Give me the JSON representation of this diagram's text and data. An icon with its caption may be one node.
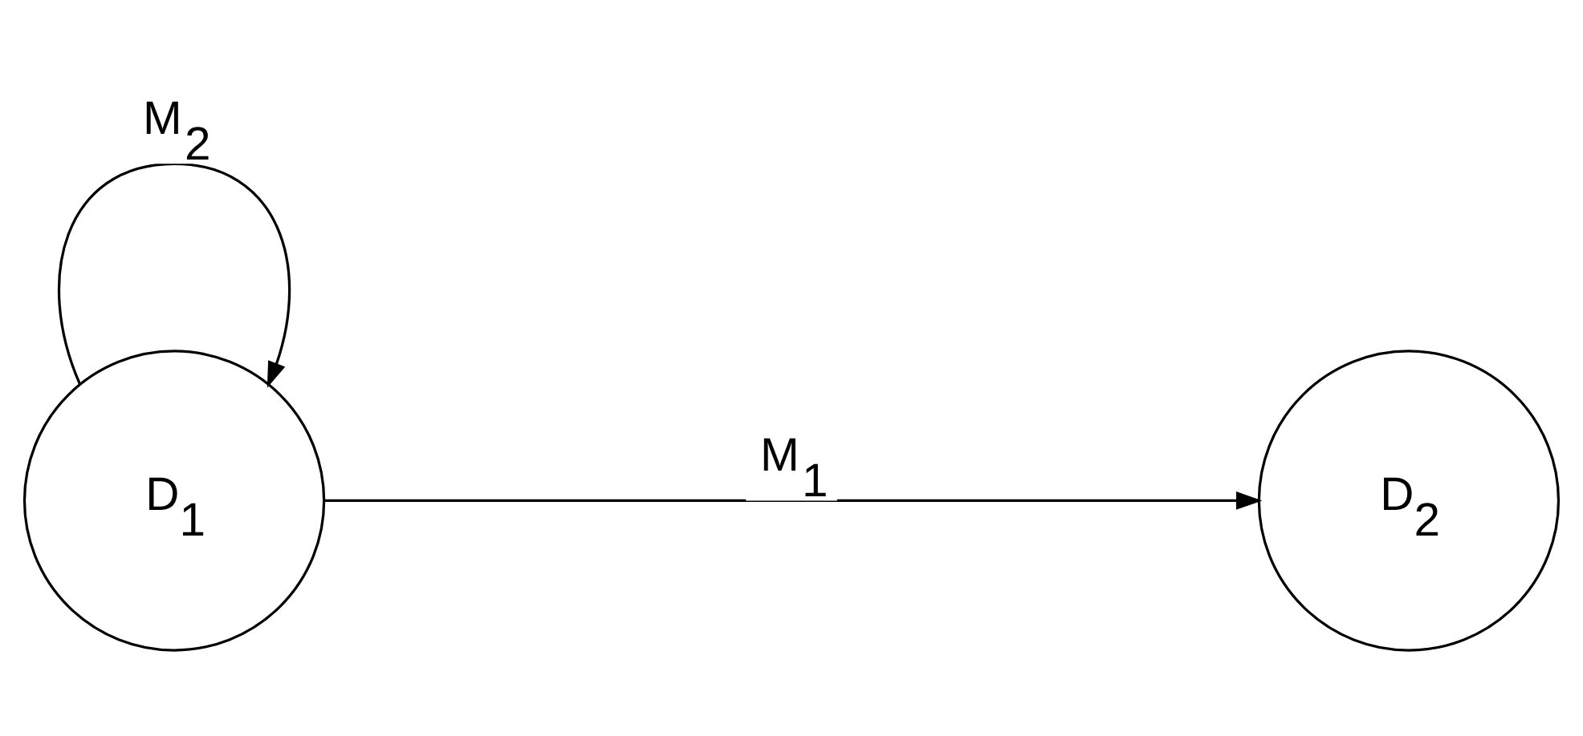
{
  "diagram": {
    "nodes": [
      {
        "text": [
          "D$_{1}$"
        ]
      },
      {
        "text": [
          "D$_{2}$"
        ]
      }
    ],
    "edges": [
      {
        "from": 0,
        "to": 1,
        "arrow": "to",
        "label": "M$_{1}$"
      },
      {
        "from": 0,
        "to": 0,
        "arrow": "to",
        "label": "M$_{2}$"
      }
    ]
  }
}
